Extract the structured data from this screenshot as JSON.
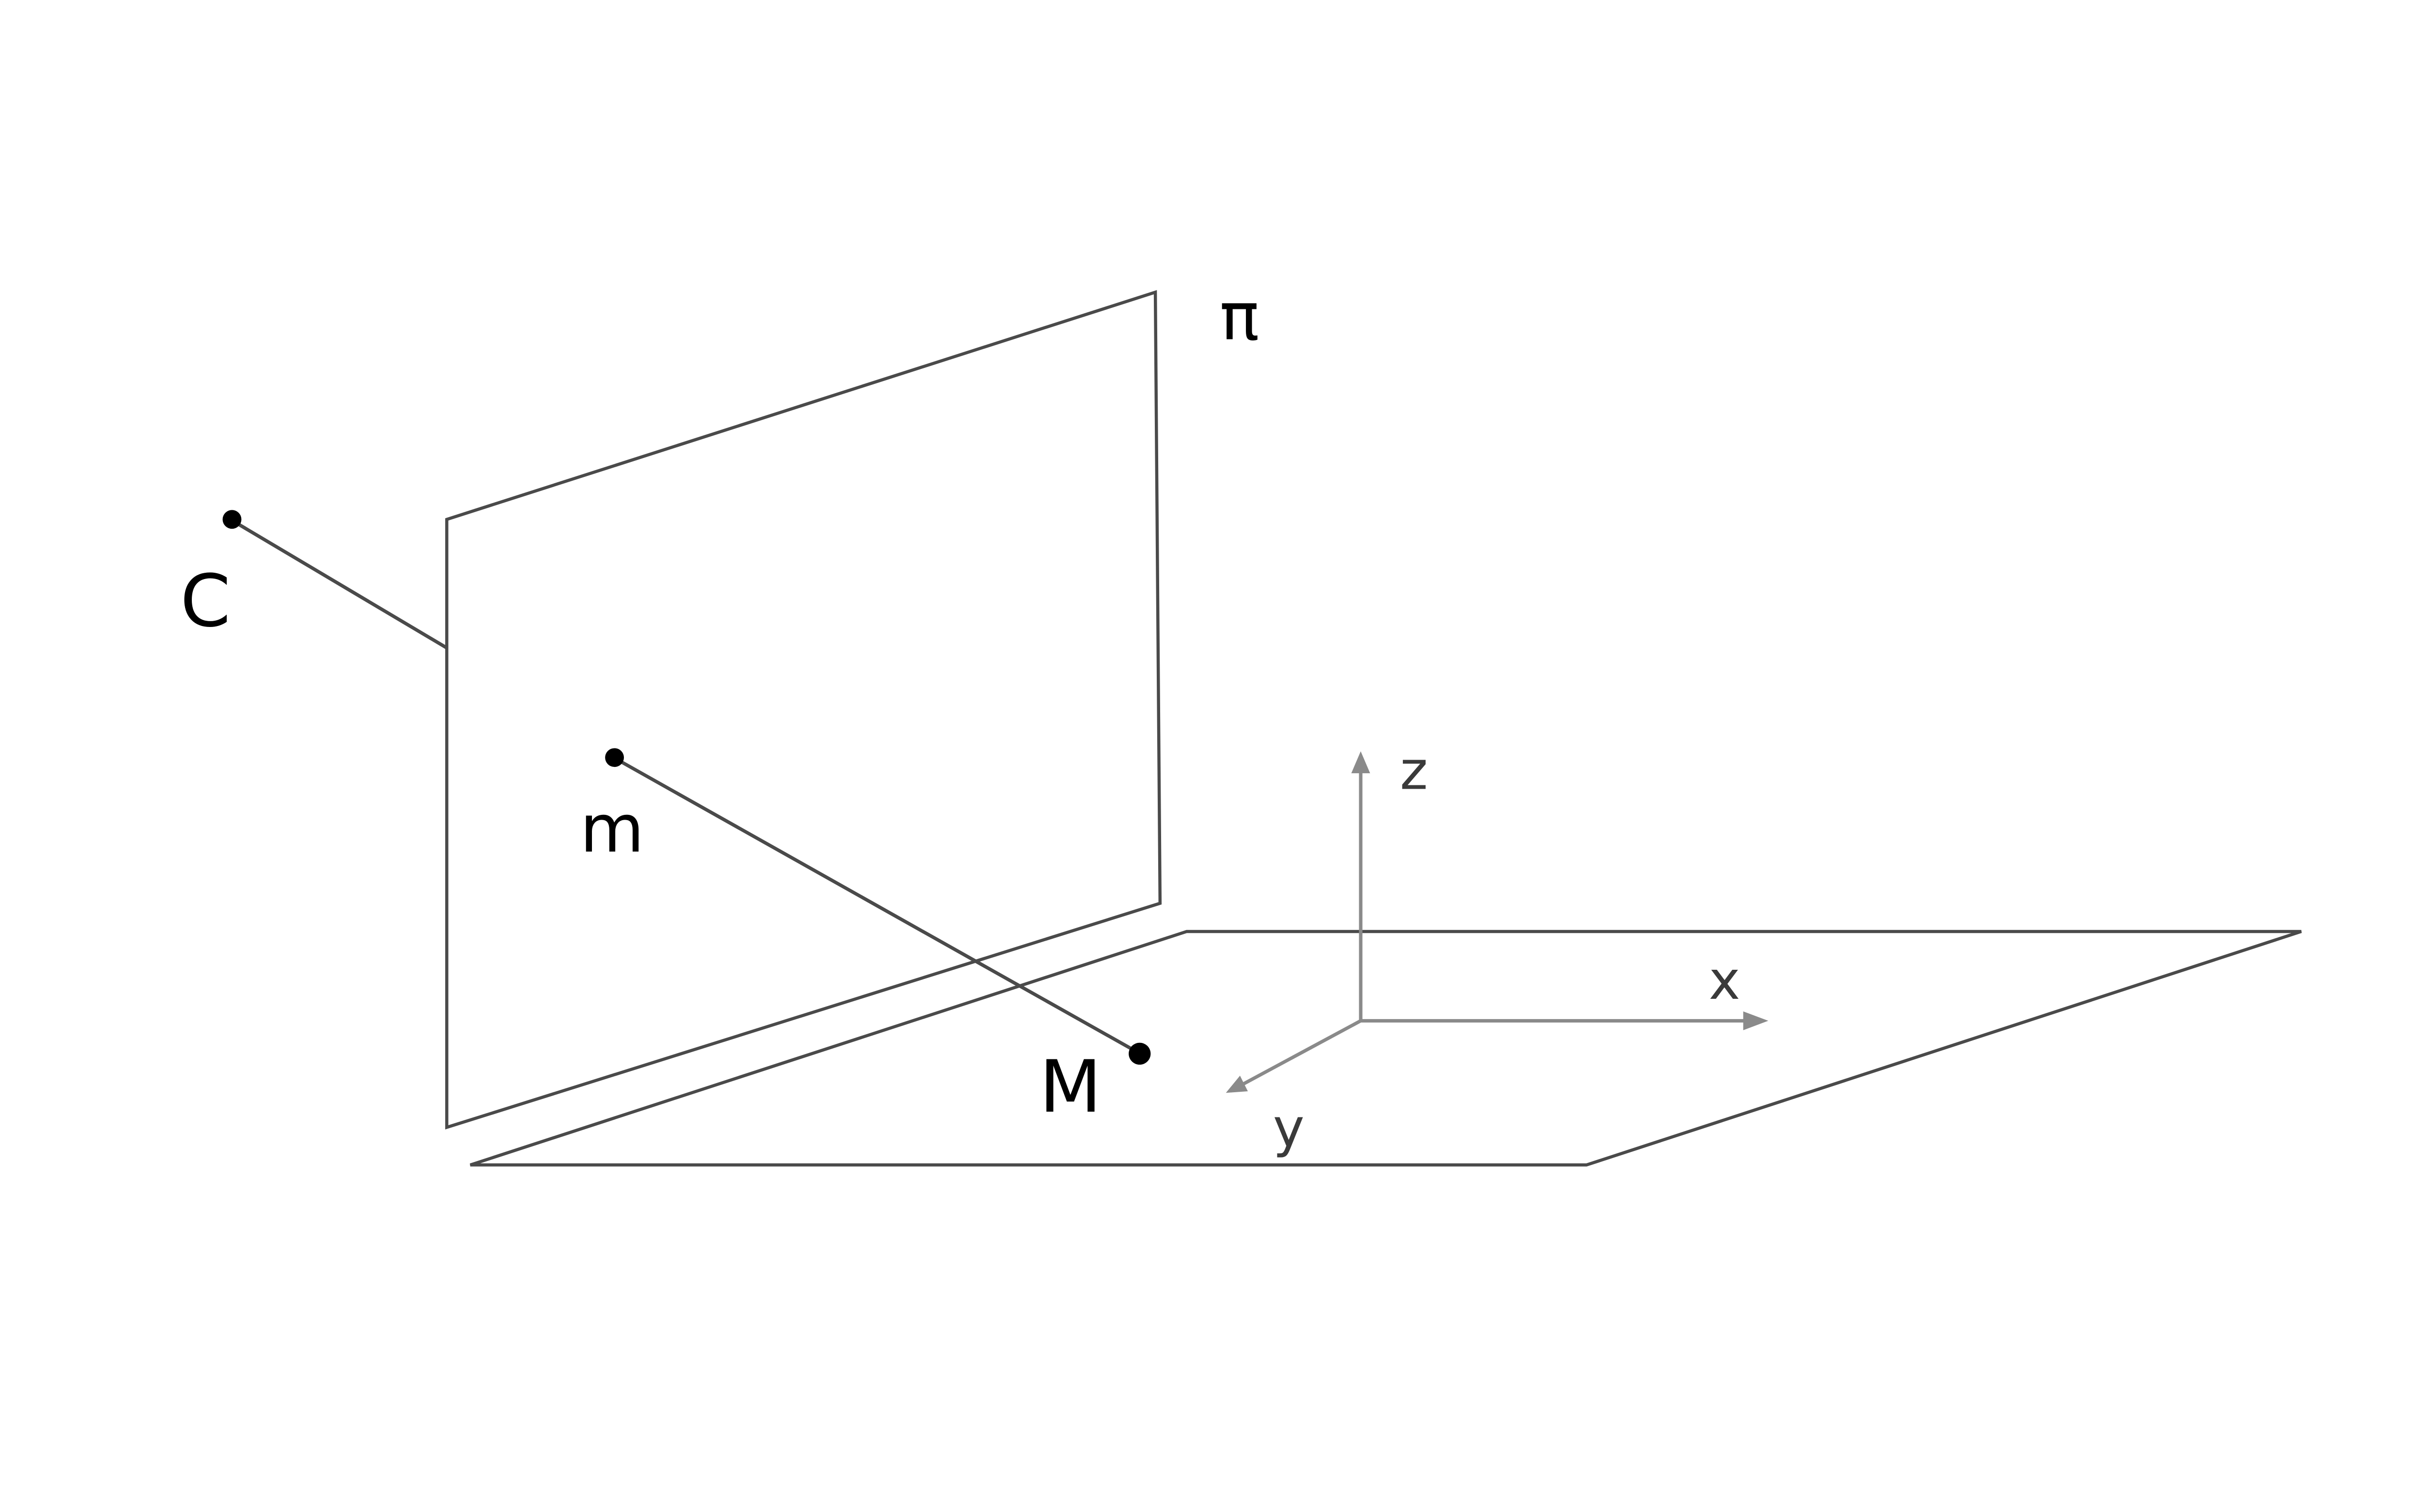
{
  "diagram": {
    "title": "pinhole-camera-projection-diagram",
    "labels": {
      "camera_center": "C",
      "image_point": "m",
      "world_point": "M",
      "image_plane": "π",
      "axis_x": "x",
      "axis_y": "y",
      "axis_z": "z"
    },
    "colors": {
      "line": "#4a4a4a",
      "point": "#000000",
      "axis": "#8a8a8a",
      "background": "#ffffff"
    }
  }
}
